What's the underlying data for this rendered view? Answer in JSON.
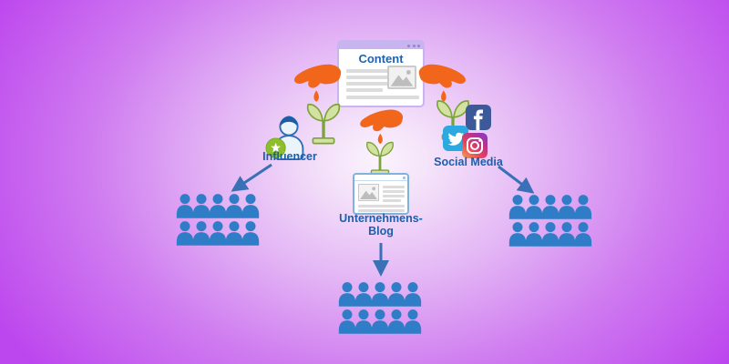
{
  "content_window": {
    "title": "Content",
    "window_controls": "three-dots"
  },
  "channels": {
    "influencer": {
      "label": "Influencer"
    },
    "corporate_blog": {
      "label_line1": "Unternehmens-",
      "label_line2": "Blog"
    },
    "social_media": {
      "label": "Social Media"
    }
  },
  "icons": {
    "seeding_hand": "orange hand dropping a seed",
    "sprout": "green seedling on base",
    "influencer_avatar": "person bust with green star badge",
    "facebook": "facebook f logo square",
    "twitter": "twitter bird logo square",
    "instagram": "instagram camera logo square",
    "audience_group": "two rows of five blue person silhouettes",
    "content_image_placeholder": "gray mountain picture placeholder"
  },
  "colors": {
    "background_edge": "#BD47EE",
    "background_center": "#FBF4FD",
    "hand_orange": "#F2661C",
    "sprout_fill": "#D3E2A0",
    "sprout_stroke": "#7CA43C",
    "audience_blue": "#2F7DC6",
    "label_blue": "#1C5FAC",
    "arrow_blue": "#3A70B6",
    "facebook_blue": "#3C5A99",
    "twitter_blue": "#2BA9E0",
    "badge_green": "#8DBE2C",
    "window_titlebar_lavender": "#C8B4EF",
    "blog_window_border": "#7FB2DD"
  }
}
